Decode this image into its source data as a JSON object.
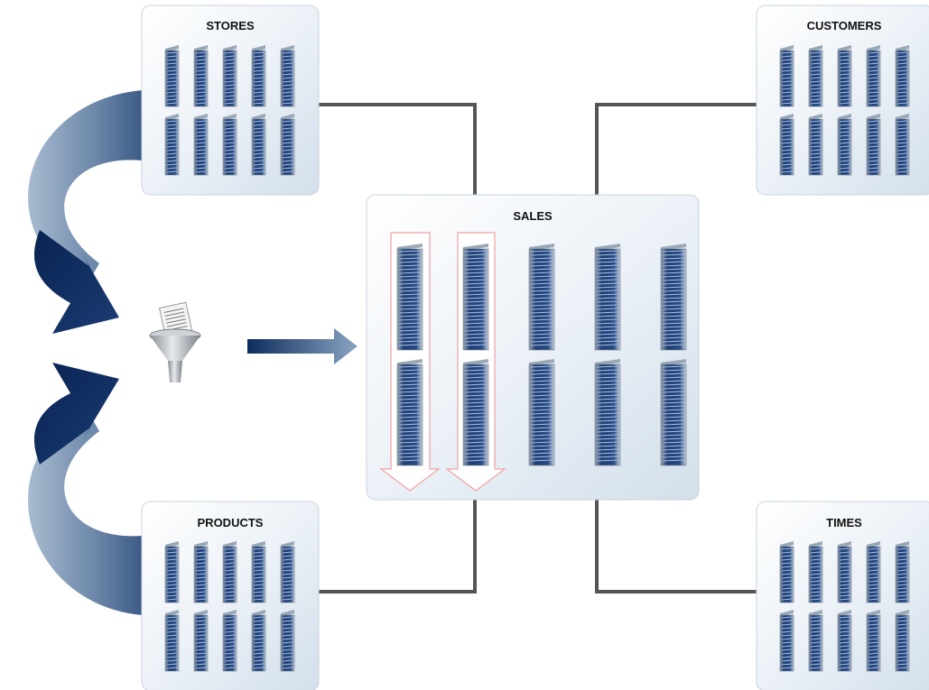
{
  "tables": {
    "stores": {
      "label": "STORES"
    },
    "customers": {
      "label": "CUSTOMERS"
    },
    "sales": {
      "label": "SALES"
    },
    "products": {
      "label": "PRODUCTS"
    },
    "times": {
      "label": "TIMES"
    }
  },
  "colors": {
    "box_fill_top": "#ffffff",
    "box_fill_bottom": "#d7e2ed",
    "box_stroke": "#c9d3de",
    "connector": "#555555",
    "partition_dark": "#1d3b6e",
    "partition_light": "#7b99c4",
    "arrow_dark": "#0b2a5a",
    "arrow_light": "#b7c8da",
    "scan_outline": "#f0a0a0"
  },
  "icons": {
    "funnel": "filter-funnel-icon",
    "scan_arrows": "down-scan-arrow-icon",
    "flow_arrow": "right-arrow-icon"
  }
}
